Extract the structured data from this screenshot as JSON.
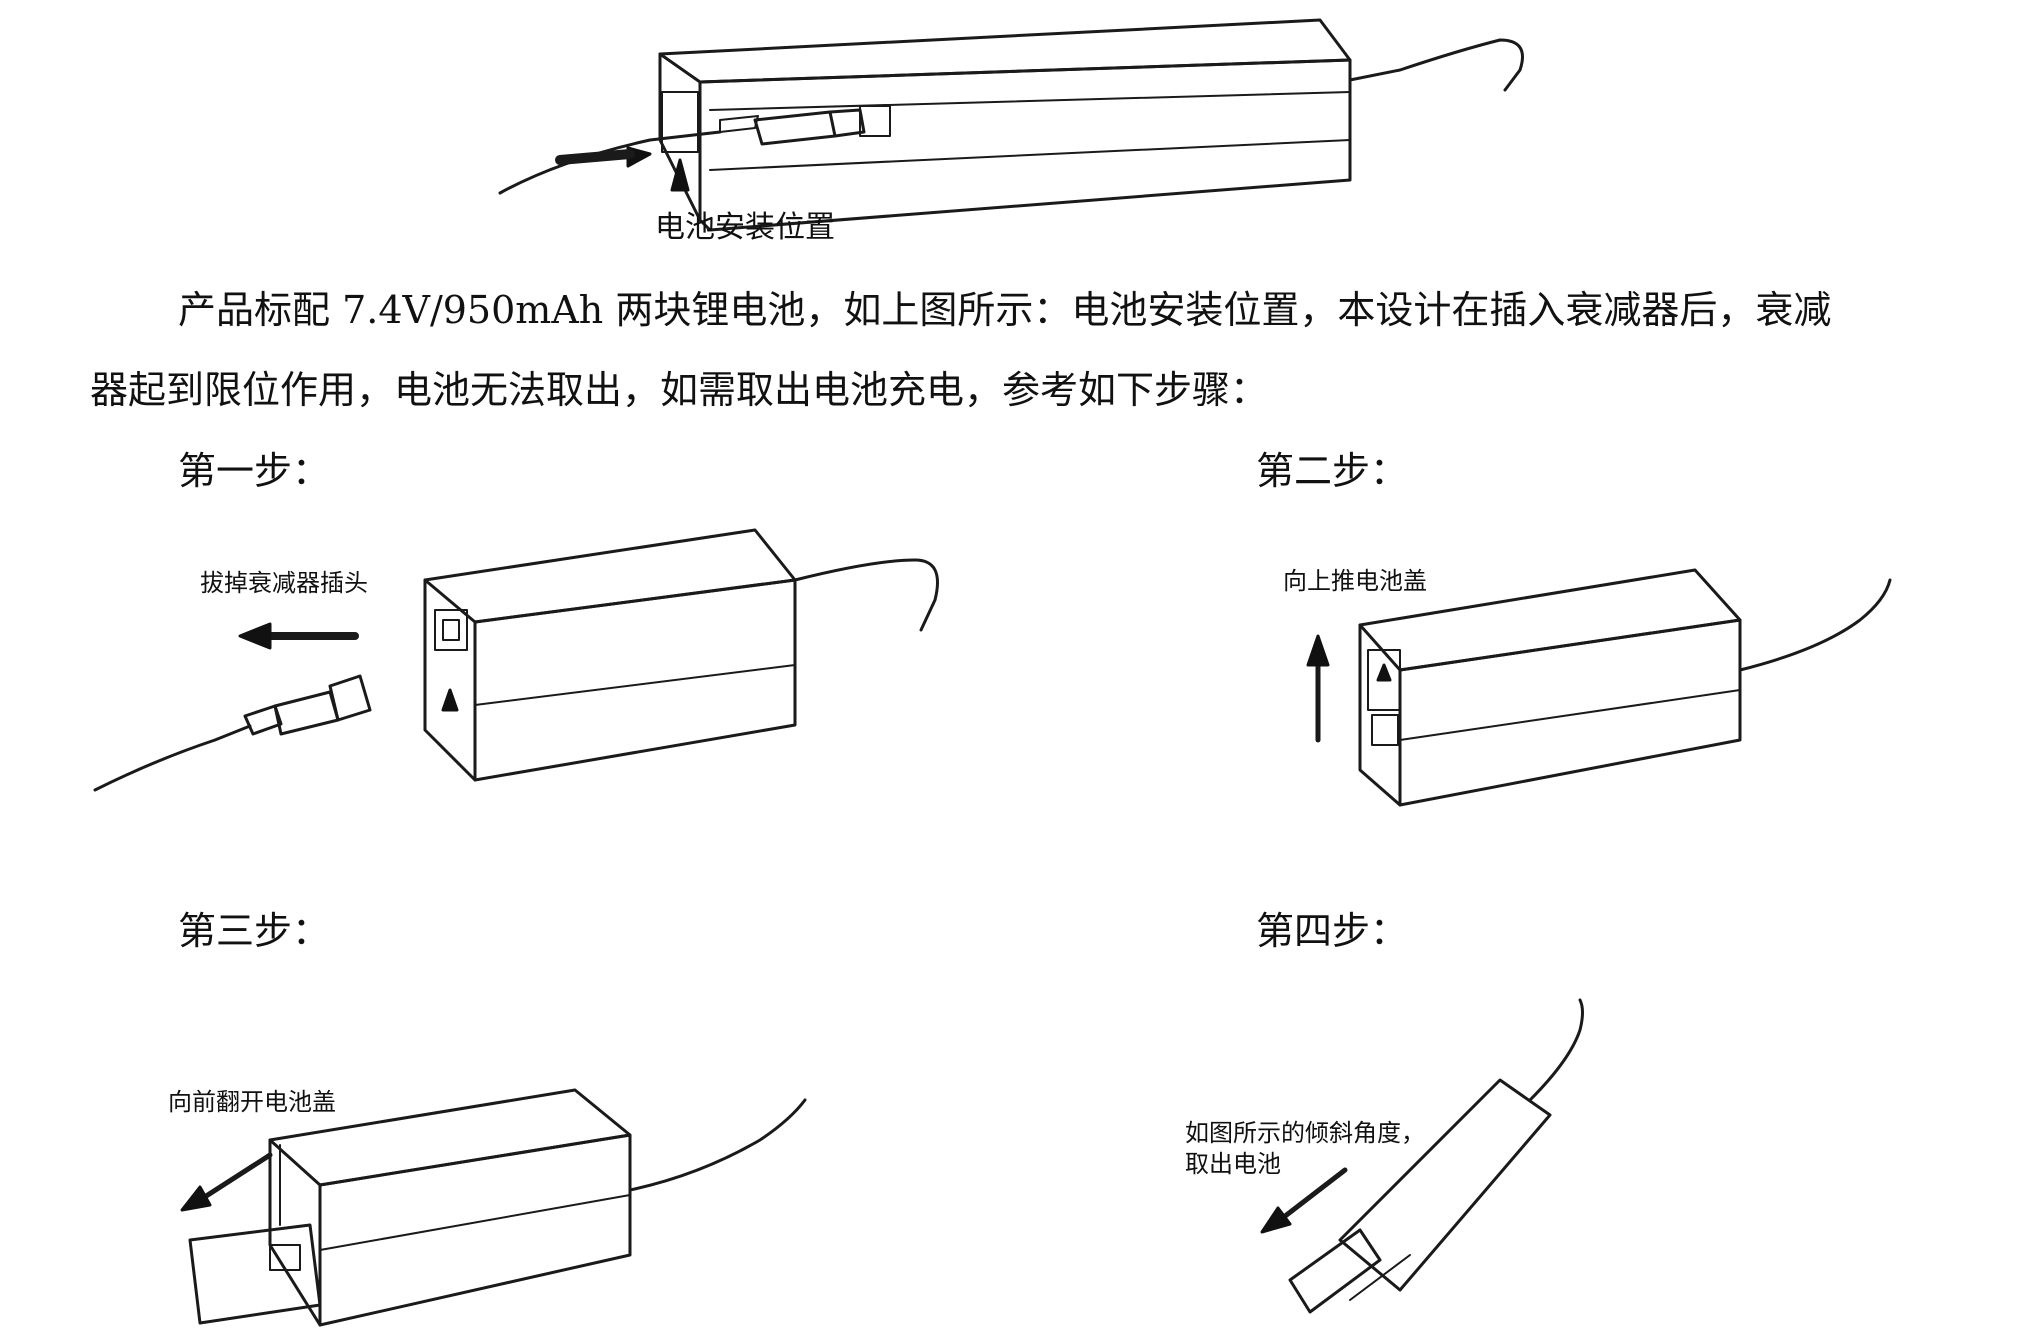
{
  "figure_top": {
    "caption": "电池安装位置"
  },
  "intro": {
    "line1": "产品标配 7.4V/950mAh 两块锂电池，如上图所示：电池安装位置，本设计在插入衰减器后，衰减",
    "line2": "器起到限位作用，电池无法取出，如需取出电池充电，参考如下步骤："
  },
  "steps": [
    {
      "label": "第一步：",
      "caption": "拔掉衰减器插头"
    },
    {
      "label": "第二步：",
      "caption": "向上推电池盖"
    },
    {
      "label": "第三步：",
      "caption": "向前翻开电池盖"
    },
    {
      "label": "第四步：",
      "caption_line1": "如图所示的倾斜角度，",
      "caption_line2": "取出电池"
    }
  ]
}
